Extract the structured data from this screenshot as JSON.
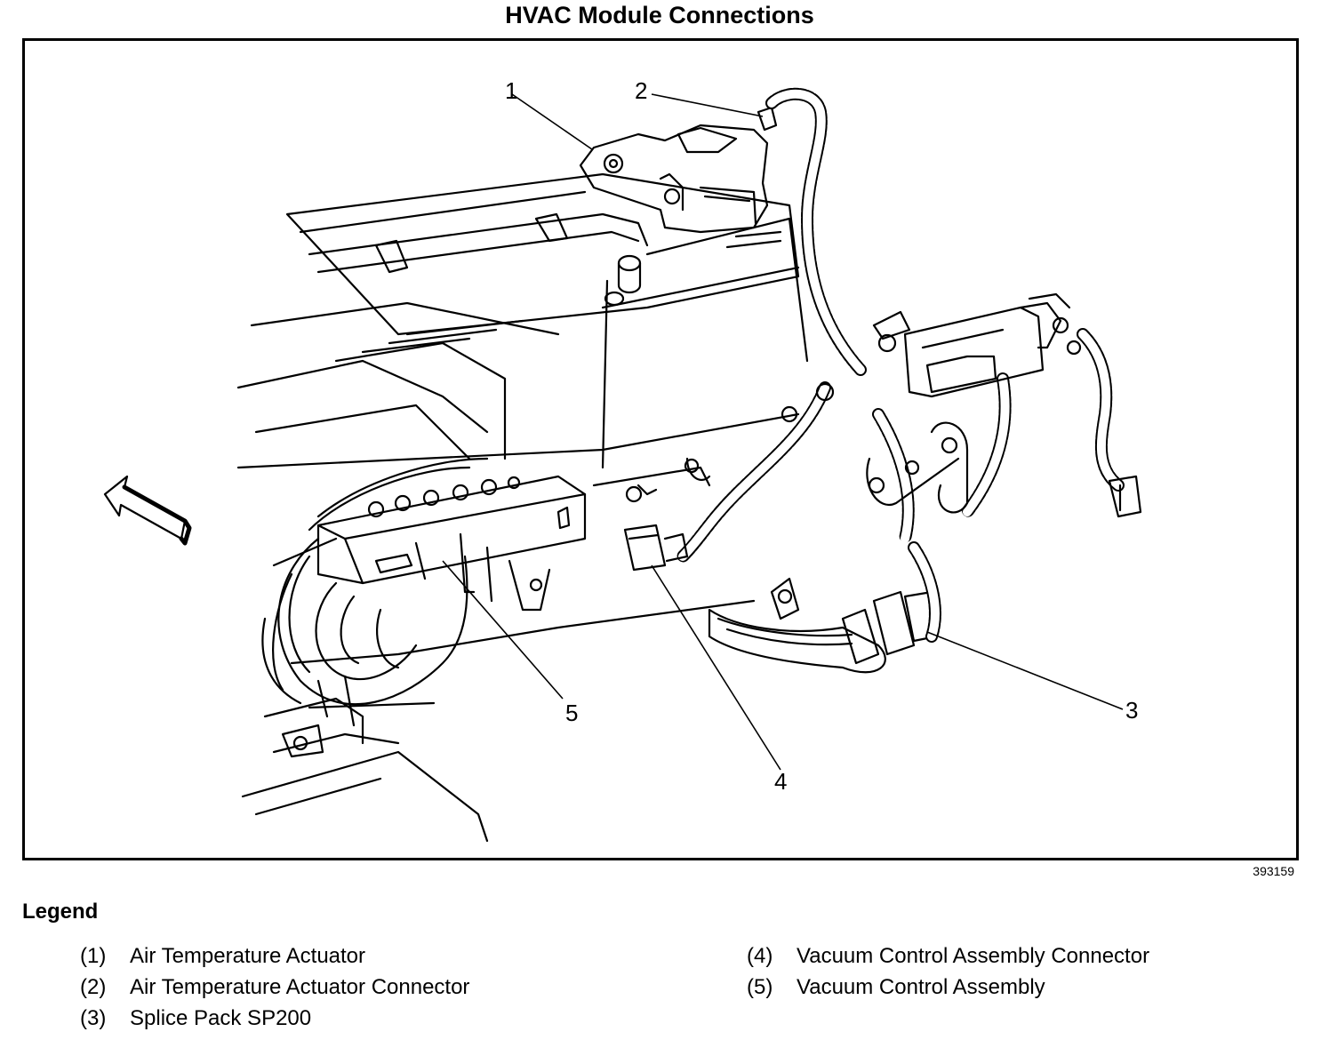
{
  "title": "HVAC Module Connections",
  "figure_id": "393159",
  "callouts": [
    "1",
    "2",
    "3",
    "4",
    "5"
  ],
  "legend": {
    "title": "Legend",
    "items": [
      {
        "num": "(1)",
        "label": "Air Temperature Actuator"
      },
      {
        "num": "(2)",
        "label": "Air Temperature Actuator Connector"
      },
      {
        "num": "(3)",
        "label": "Splice Pack SP200"
      },
      {
        "num": "(4)",
        "label": "Vacuum Control Assembly Connector"
      },
      {
        "num": "(5)",
        "label": "Vacuum Control Assembly"
      }
    ]
  },
  "colors": {
    "ink": "#000000",
    "paper": "#ffffff"
  }
}
